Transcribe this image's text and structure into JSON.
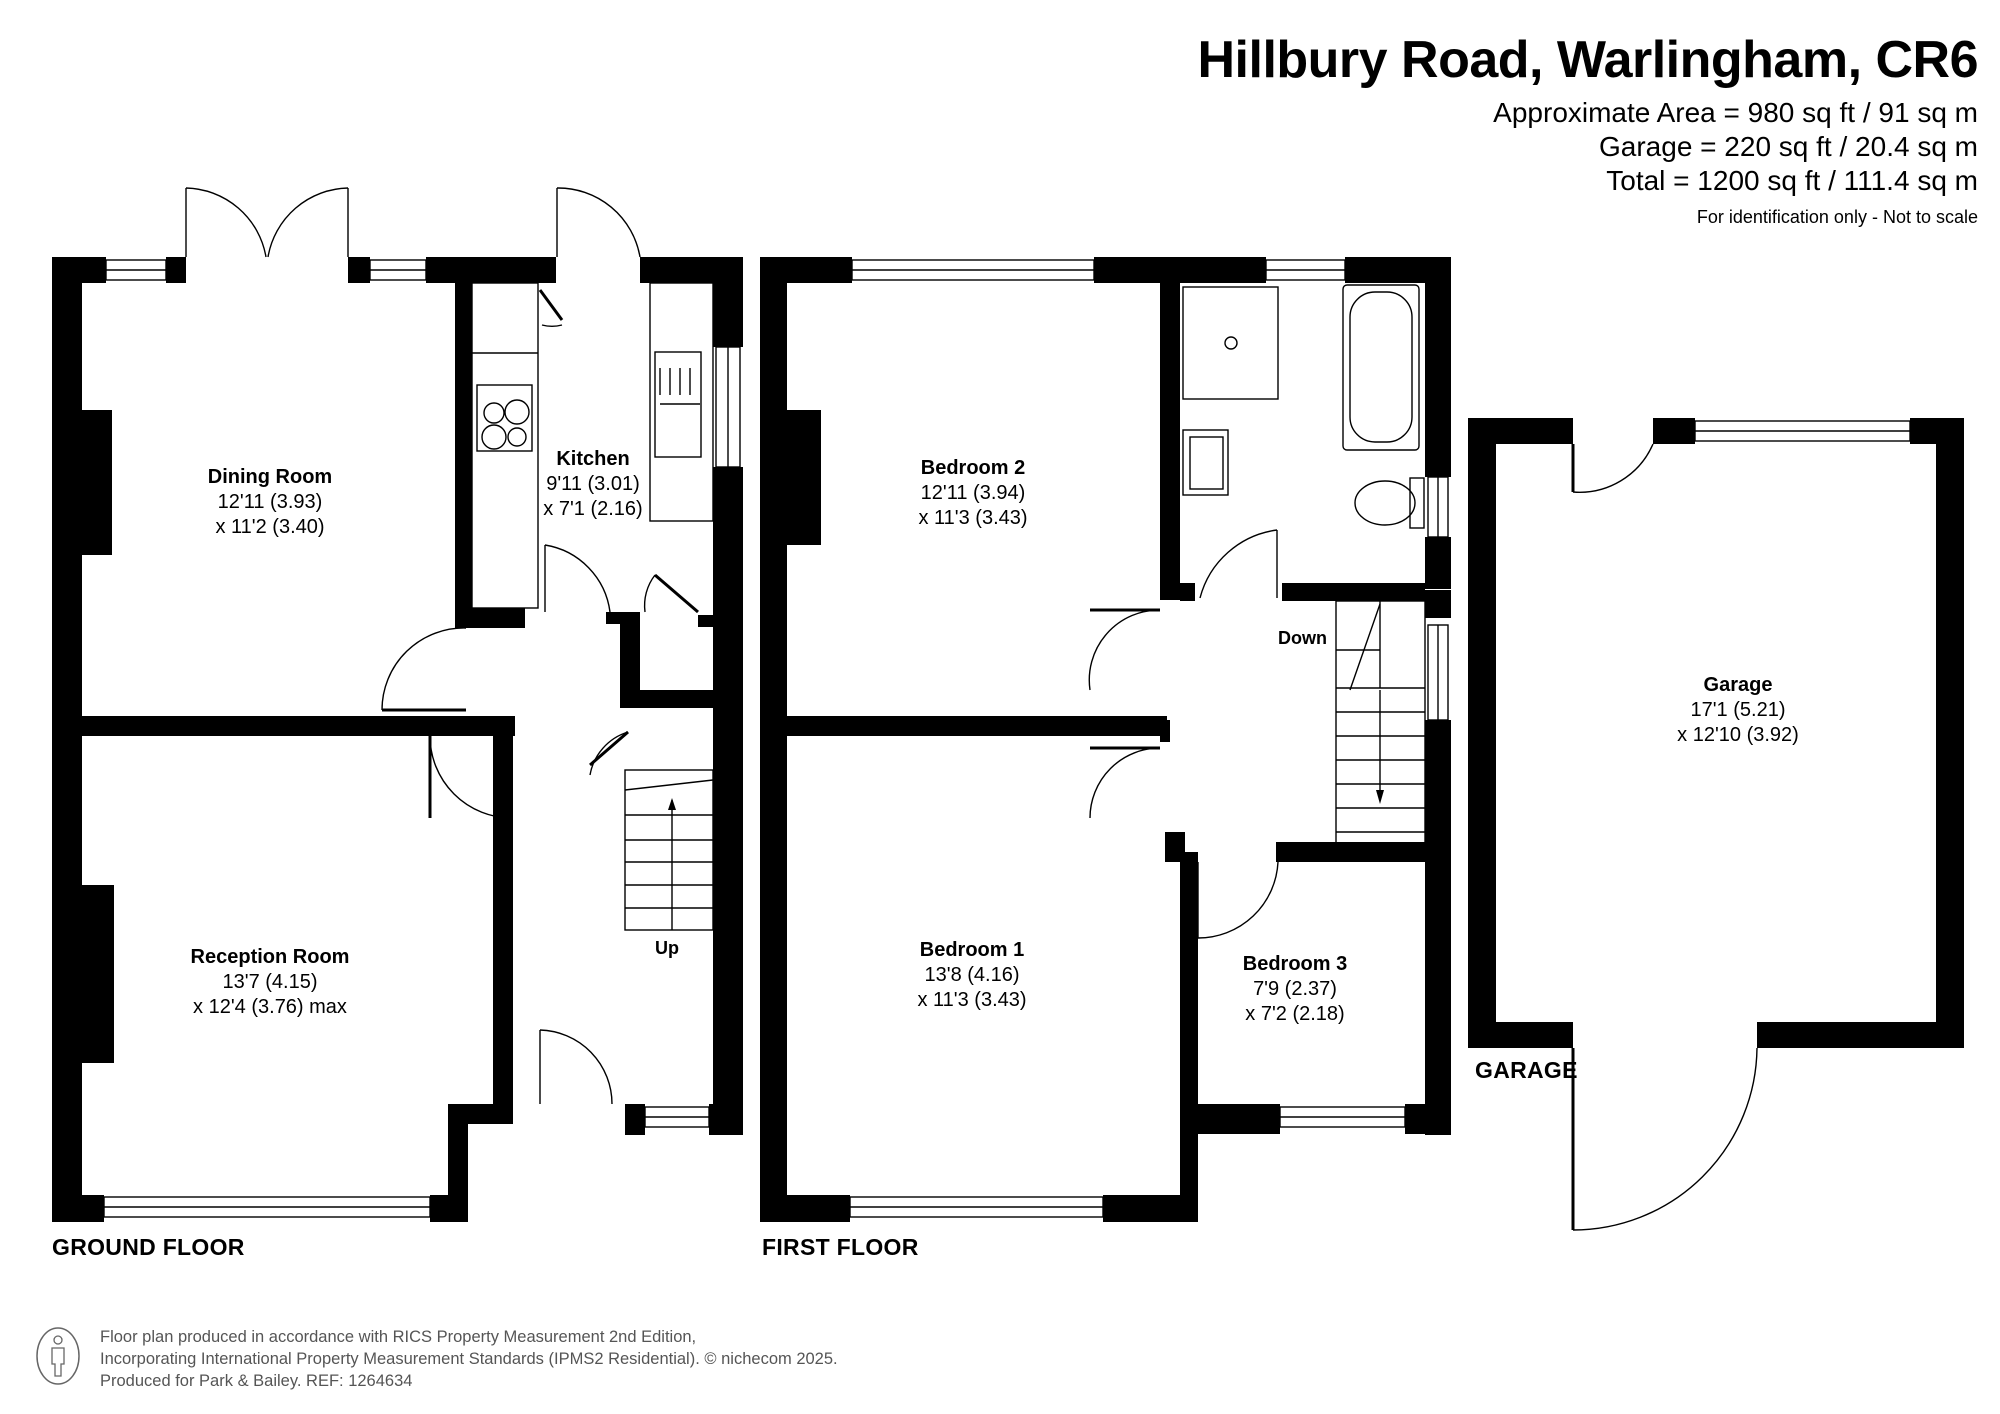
{
  "header": {
    "title": "Hillbury Road, Warlingham, CR6",
    "areas": [
      "Approximate Area = 980 sq ft / 91 sq m",
      "Garage = 220 sq ft / 20.4 sq m",
      "Total = 1200 sq ft / 111.4 sq m"
    ],
    "note": "For identification only - Not to scale"
  },
  "floors": {
    "ground": {
      "label": "GROUND FLOOR",
      "rooms": [
        {
          "name": "Dining Room",
          "dim1": "12'11 (3.93)",
          "dim2": "x 11'2 (3.40)"
        },
        {
          "name": "Kitchen",
          "dim1": "9'11 (3.01)",
          "dim2": "x 7'1 (2.16)"
        },
        {
          "name": "Reception Room",
          "dim1": "13'7 (4.15)",
          "dim2": "x 12'4 (3.76) max"
        }
      ],
      "stairs_label": "Up"
    },
    "first": {
      "label": "FIRST FLOOR",
      "rooms": [
        {
          "name": "Bedroom 2",
          "dim1": "12'11 (3.94)",
          "dim2": "x 11'3 (3.43)"
        },
        {
          "name": "Bedroom 1",
          "dim1": "13'8 (4.16)",
          "dim2": "x 11'3 (3.43)"
        },
        {
          "name": "Bedroom 3",
          "dim1": "7'9 (2.37)",
          "dim2": "x 7'2 (2.18)"
        }
      ],
      "stairs_label": "Down"
    },
    "garage": {
      "label": "GARAGE",
      "rooms": [
        {
          "name": "Garage",
          "dim1": "17'1 (5.21)",
          "dim2": "x 12'10 (3.92)"
        }
      ]
    }
  },
  "footer": {
    "lines": [
      "Floor plan produced in accordance with RICS Property Measurement 2nd Edition,",
      "Incorporating International Property Measurement Standards (IPMS2 Residential).   © nichecom 2025.",
      "Produced for Park & Bailey.   REF:  1264634"
    ],
    "icon": "person-icon"
  }
}
